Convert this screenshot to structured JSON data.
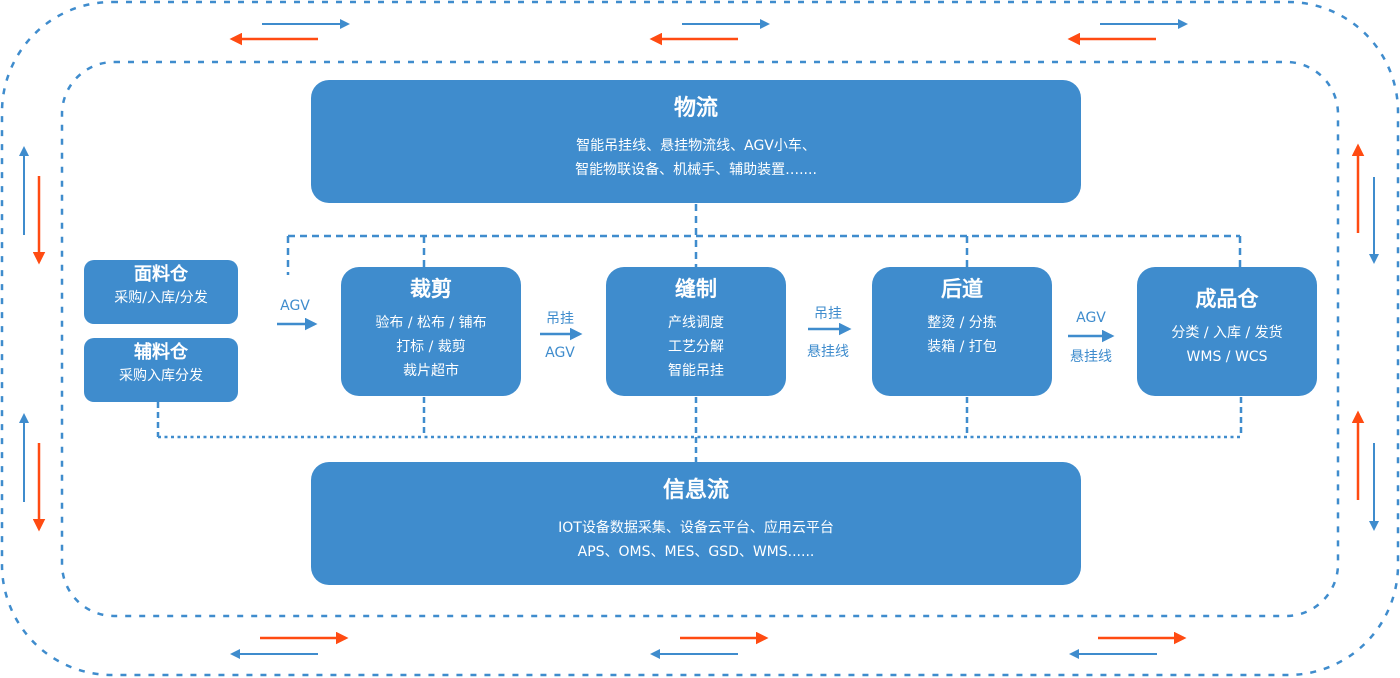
{
  "colors": {
    "primary": "#3f8ccd",
    "accent": "#ff4b12",
    "text_on_primary": "#ffffff"
  },
  "logistics": {
    "title": "物流",
    "lines": [
      "智能吊挂线、悬挂物流线、AGV小车、",
      "智能物联设备、机械手、辅助装置…...."
    ]
  },
  "information": {
    "title": "信息流",
    "lines": [
      "IOT设备数据采集、设备云平台、应用云平台",
      "APS、OMS、MES、GSD、WMS......"
    ]
  },
  "warehouses": [
    {
      "title": "面料仓",
      "line": "采购/入库/分发"
    },
    {
      "title": "辅料仓",
      "line": "采购入库分发"
    }
  ],
  "processes": [
    {
      "title": "裁剪",
      "lines": [
        "验布 / 松布 / 铺布",
        "打标 / 裁剪",
        "裁片超市"
      ]
    },
    {
      "title": "缝制",
      "lines": [
        "产线调度",
        "工艺分解",
        "智能吊挂"
      ]
    },
    {
      "title": "后道",
      "lines": [
        "整烫 / 分拣",
        "装箱 / 打包"
      ]
    },
    {
      "title": "成品仓",
      "lines": [
        "分类 / 入库 / 发货",
        "WMS / WCS"
      ]
    }
  ],
  "connectors": [
    {
      "top": "AGV",
      "bottom": ""
    },
    {
      "top": "吊挂",
      "bottom": "AGV"
    },
    {
      "top": "吊挂",
      "bottom": "悬挂线"
    },
    {
      "top": "AGV",
      "bottom": "悬挂线"
    }
  ],
  "loop_arrows": {
    "directions": "bidirectional",
    "outer_color_pair": [
      "primary",
      "accent"
    ]
  }
}
